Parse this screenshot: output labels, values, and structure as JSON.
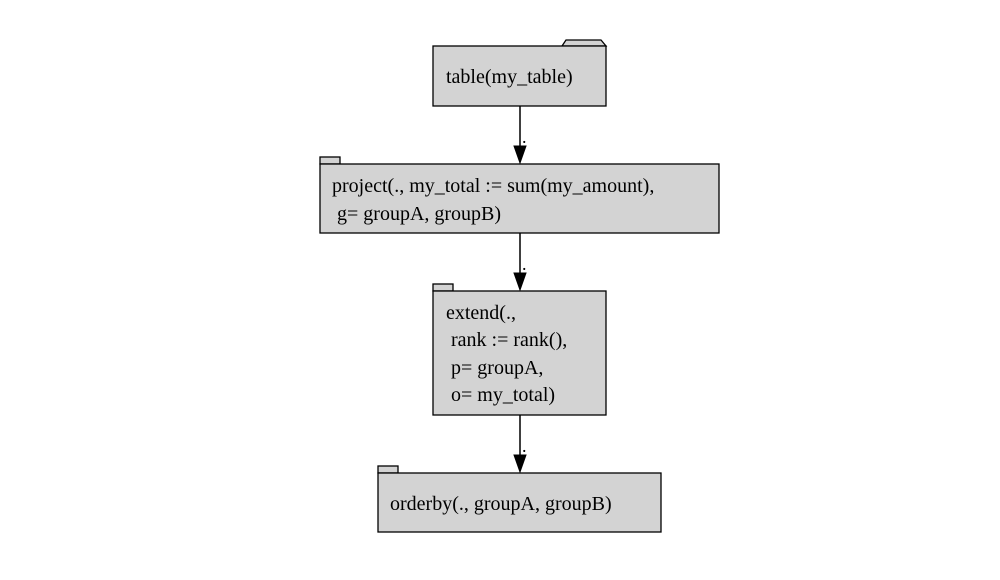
{
  "diagram": {
    "nodes": [
      {
        "id": "table",
        "lines": [
          "table(my_table)"
        ]
      },
      {
        "id": "project",
        "lines": [
          "project(., my_total := sum(my_amount),",
          " g= groupA, groupB)"
        ]
      },
      {
        "id": "extend",
        "lines": [
          "extend(.,",
          " rank := rank(),",
          " p= groupA,",
          " o= my_total)"
        ]
      },
      {
        "id": "orderby",
        "lines": [
          "orderby(., groupA, groupB)"
        ]
      }
    ],
    "edges": [
      {
        "from": "table",
        "to": "project",
        "label": "."
      },
      {
        "from": "project",
        "to": "extend",
        "label": "."
      },
      {
        "from": "extend",
        "to": "orderby",
        "label": "."
      }
    ]
  }
}
